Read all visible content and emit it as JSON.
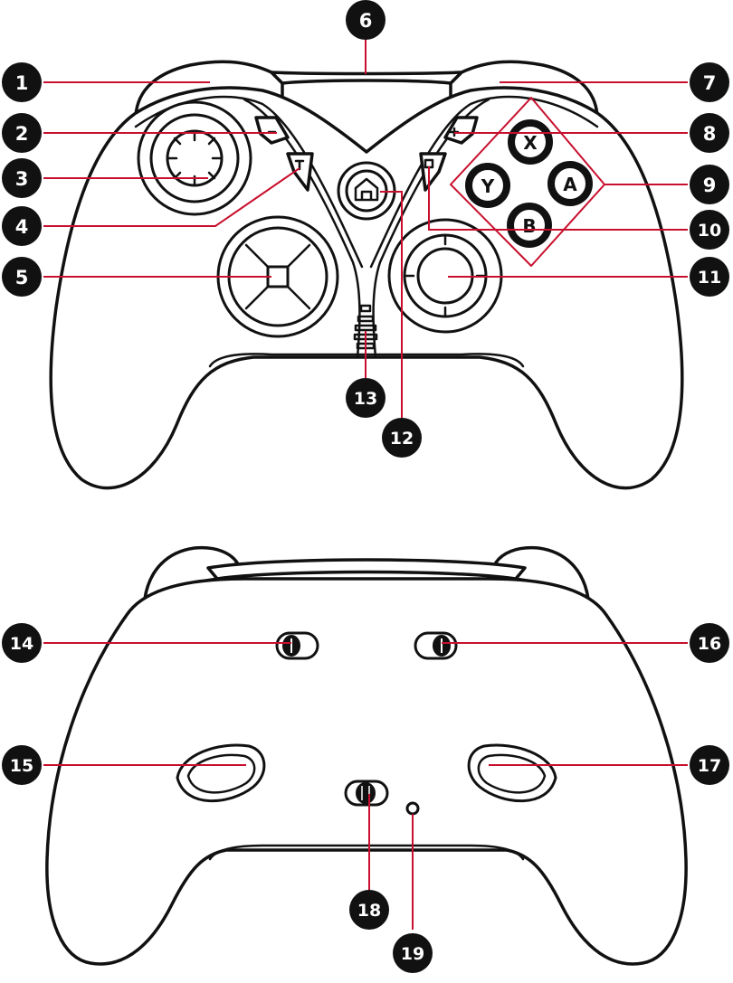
{
  "face_buttons": {
    "x": "X",
    "y": "Y",
    "a": "A",
    "b": "B"
  },
  "callouts": [
    "1",
    "2",
    "3",
    "4",
    "5",
    "6",
    "7",
    "8",
    "9",
    "10",
    "11",
    "12",
    "13",
    "14",
    "15",
    "16",
    "17",
    "18",
    "19"
  ],
  "colors": {
    "leader": "#c8102e",
    "badge": "#111111",
    "outline": "#111111"
  }
}
